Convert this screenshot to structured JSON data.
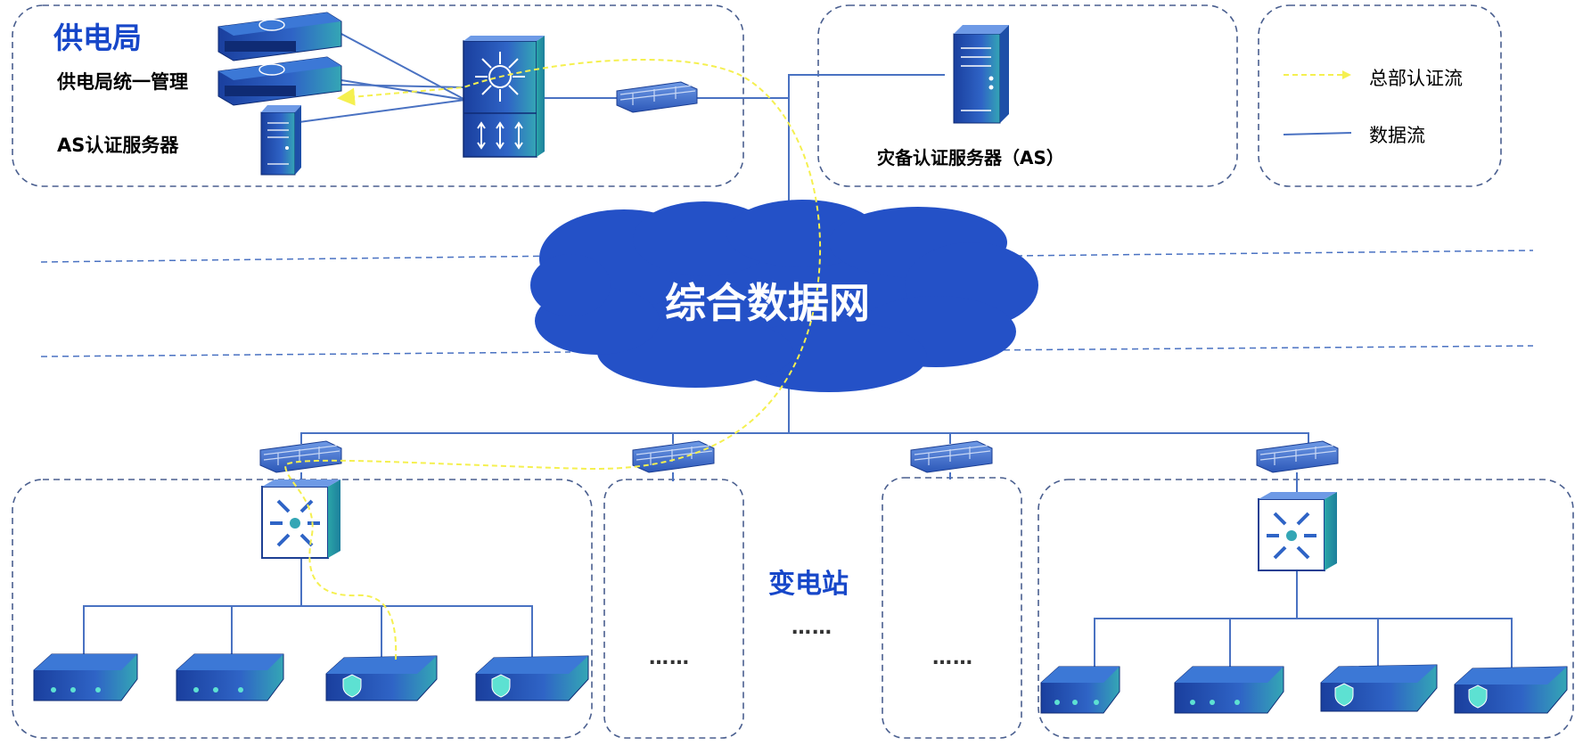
{
  "labels": {
    "bureau_title": "供电局",
    "unified_mgmt": "供电局统一管理",
    "as_server": "AS认证服务器",
    "backup_server": "灾备认证服务器（AS）",
    "cloud": "综合数据网",
    "substation": "变电站",
    "ellipsis": "……",
    "ellipsis_mid": "……"
  },
  "legend": {
    "auth_flow": "总部认证流",
    "data_flow": "数据流"
  },
  "colors": {
    "box_border": "#4a5f8f",
    "line_blue": "#4a72c2",
    "cloud_fill": "#2451c7",
    "auth_yellow": "#f5f050",
    "title_blue": "#1747c9"
  }
}
